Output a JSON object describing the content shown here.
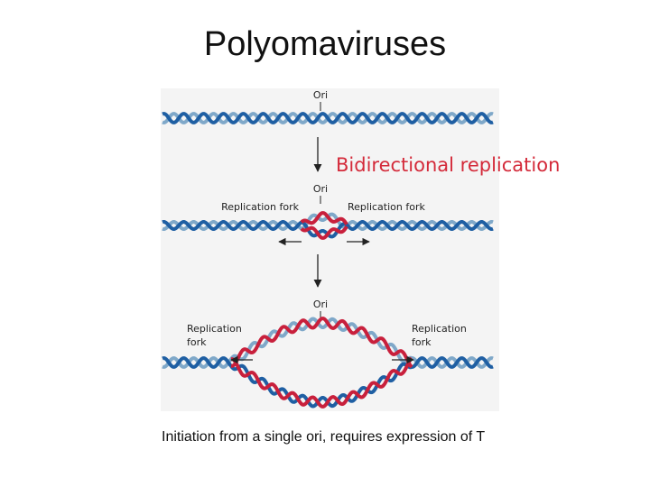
{
  "slide": {
    "title": "Polyomaviruses",
    "caption": "Initiation from a single ori, requires expression of  T"
  },
  "diagram": {
    "heading": "Bidirectional replication",
    "stage1": {
      "ori": "Ori"
    },
    "stage2": {
      "ori": "Ori",
      "left_fork": "Replication fork",
      "right_fork": "Replication fork"
    },
    "stage3": {
      "ori": "Ori",
      "left_fork_line1": "Replication",
      "left_fork_line2": "fork",
      "right_fork_line1": "Replication",
      "right_fork_line2": "fork"
    }
  },
  "colors": {
    "parental_strand_dark": "#1f5fa3",
    "parental_strand_light": "#7fa8c9",
    "new_strand": "#c8203c",
    "heading_red": "#d42a3a",
    "panel_bg": "#f4f4f4"
  }
}
